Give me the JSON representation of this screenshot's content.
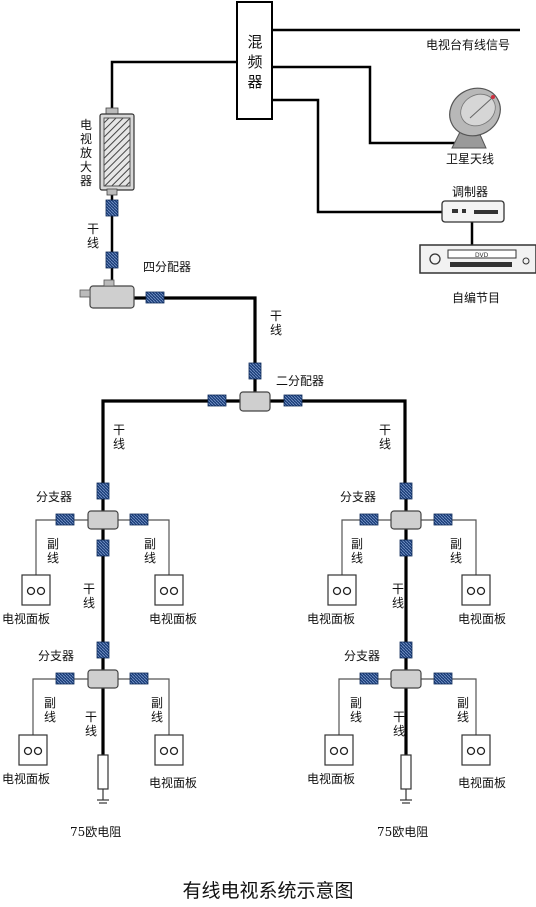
{
  "labels": {
    "mixer": "混频器",
    "tv_station_signal": "电视台有线信号",
    "amplifier": "电视放大器",
    "satellite_antenna": "卫星天线",
    "modulator": "调制器",
    "self_program": "自编节目",
    "trunk": "干线",
    "branch_line": "副线",
    "four_way_splitter": "四分配器",
    "two_way_splitter": "二分配器",
    "tap": "分支器",
    "tv_panel": "电视面板",
    "terminator": "75欧电阻",
    "dvd": "DVD"
  },
  "caption": "有线电视系统示意图"
}
